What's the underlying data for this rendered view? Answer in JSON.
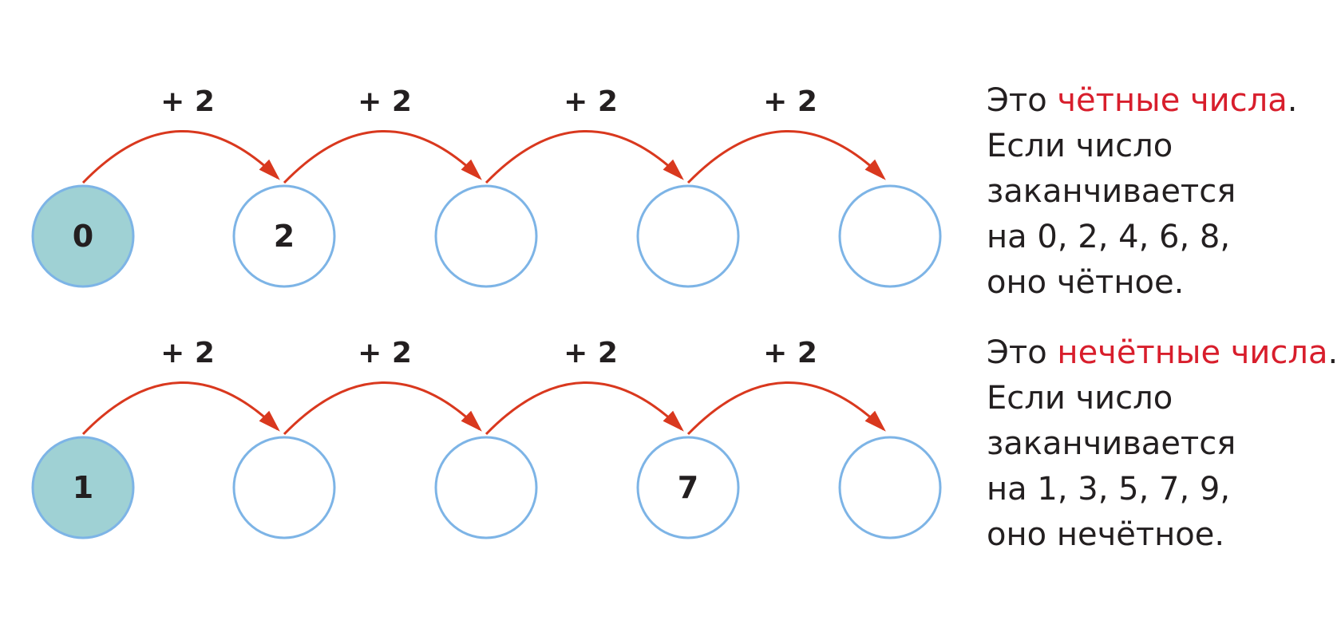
{
  "colors": {
    "arrow": "#d9381e",
    "circle_stroke": "#7db4e6",
    "circle_start_fill": "#9fd1d4",
    "highlight_text": "#d81e2c",
    "text": "#231f20"
  },
  "rows": [
    {
      "circles": [
        "0",
        "2",
        "",
        "",
        ""
      ],
      "steps": [
        "+ 2",
        "+ 2",
        "+ 2",
        "+ 2"
      ]
    },
    {
      "circles": [
        "1",
        "",
        "",
        "7",
        ""
      ],
      "steps": [
        "+ 2",
        "+ 2",
        "+ 2",
        "+ 2"
      ]
    }
  ],
  "rules": [
    {
      "intro": "Это ",
      "highlight": "чётные числа",
      "end": ".",
      "line2": "Если число",
      "line3": "заканчивается",
      "line4": "на 0, 2, 4, 6, 8,",
      "line5": "оно чётное."
    },
    {
      "intro": "Это ",
      "highlight": "нечётные числа",
      "end": ".",
      "line2": "Если число",
      "line3": "заканчивается",
      "line4": "на 1, 3, 5, 7, 9,",
      "line5": "оно нечётное."
    }
  ]
}
